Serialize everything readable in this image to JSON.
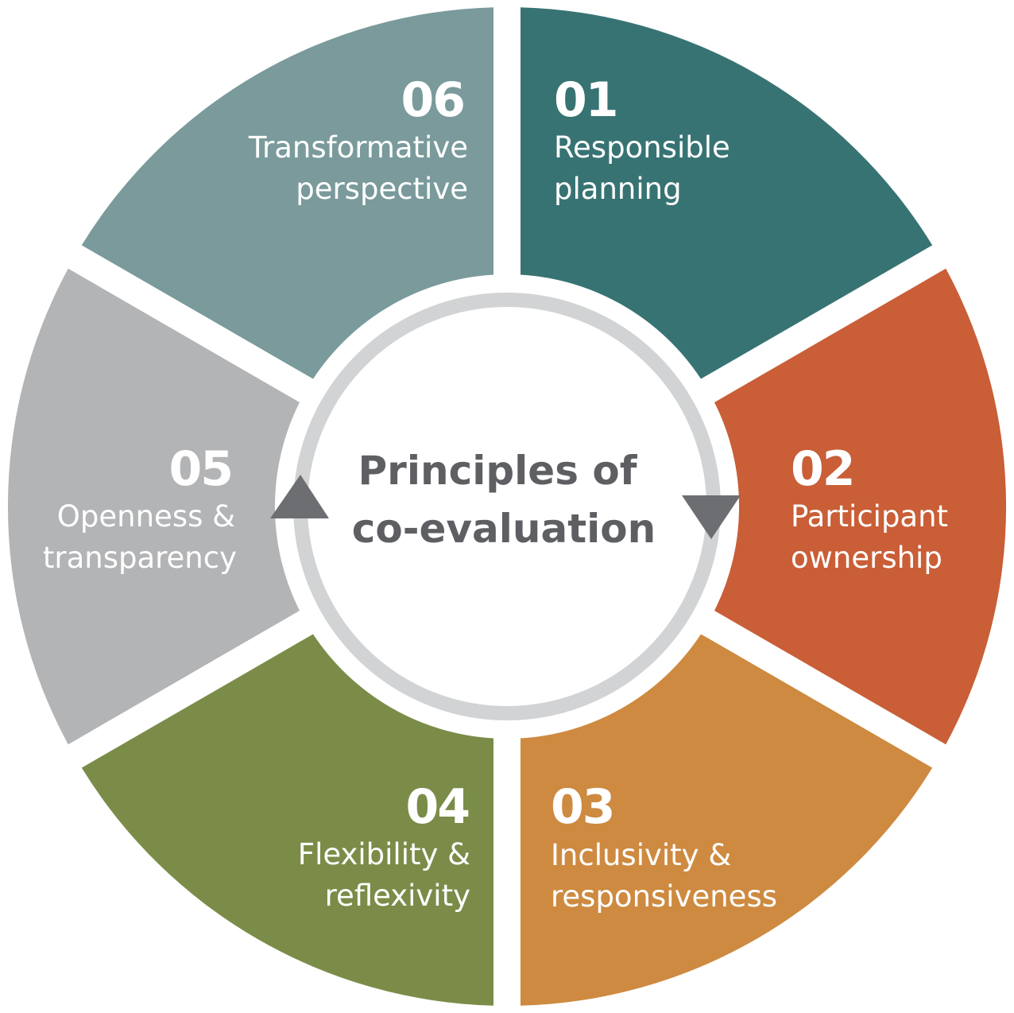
{
  "center": {
    "line1": "Principles of",
    "line2": "co-evaluation"
  },
  "colors": {
    "ring": "#d1d3d4",
    "arrow": "#6d6e71",
    "center_text": "#5e5f63"
  },
  "segments": [
    {
      "number": "01",
      "label_lines": [
        "Responsible",
        "planning"
      ],
      "color": "#387373"
    },
    {
      "number": "02",
      "label_lines": [
        "Participant",
        "ownership"
      ],
      "color": "#c95e37"
    },
    {
      "number": "03",
      "label_lines": [
        "Inclusivity &",
        "responsiveness"
      ],
      "color": "#ce8a40"
    },
    {
      "number": "04",
      "label_lines": [
        "Flexibility &",
        "reflexivity"
      ],
      "color": "#7a8c48"
    },
    {
      "number": "05",
      "label_lines": [
        "Openness &",
        "transparency"
      ],
      "color": "#b3b4b6"
    },
    {
      "number": "06",
      "label_lines": [
        "Transformative",
        "perspective"
      ],
      "color": "#7a9a9b"
    }
  ]
}
